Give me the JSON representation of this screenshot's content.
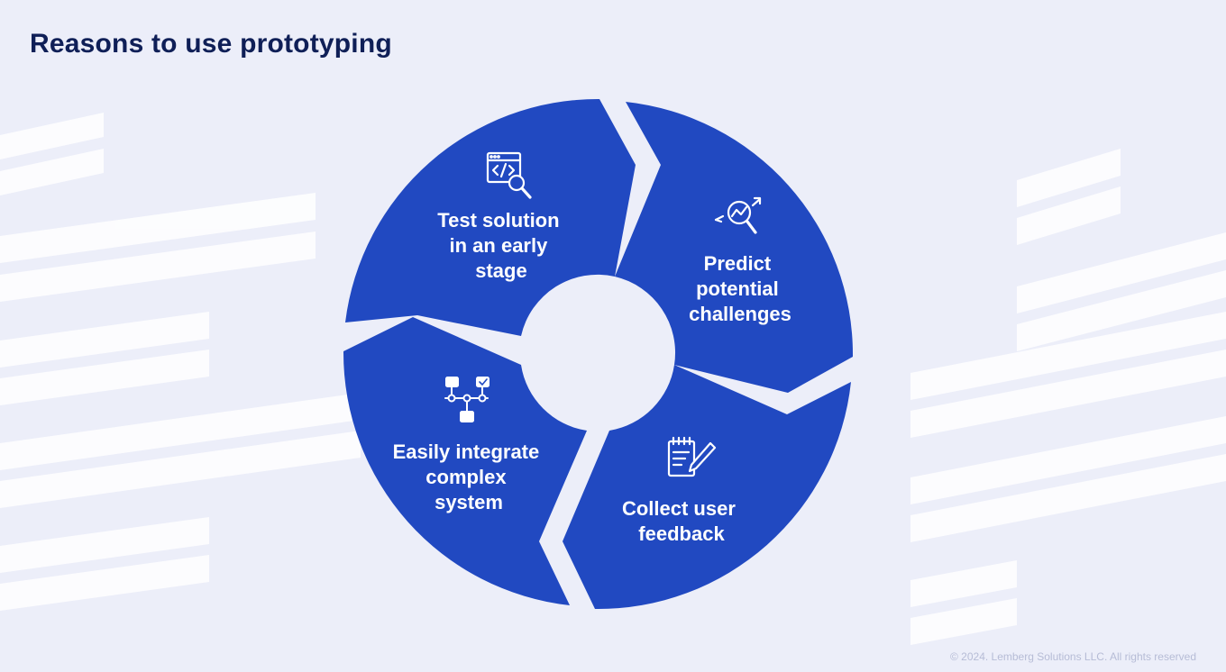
{
  "title": "Reasons to use prototyping",
  "colors": {
    "background": "#ECEEF9",
    "segment": "#2149C1",
    "title": "#0F1F57",
    "stripe": "#FFFFFF",
    "footer": "#B6BCD6"
  },
  "segments": [
    {
      "lines": [
        "Test solution",
        "in an early",
        "stage"
      ],
      "icon": "code-window-search-icon"
    },
    {
      "lines": [
        "Predict",
        "potential",
        "challenges"
      ],
      "icon": "trend-magnifier-icon"
    },
    {
      "lines": [
        "Collect user",
        "feedback"
      ],
      "icon": "notepad-pencil-icon"
    },
    {
      "lines": [
        "Easily integrate",
        "complex",
        "system"
      ],
      "icon": "node-network-icon"
    }
  ],
  "footer": "© 2024. Lemberg Solutions LLC. All rights reserved"
}
